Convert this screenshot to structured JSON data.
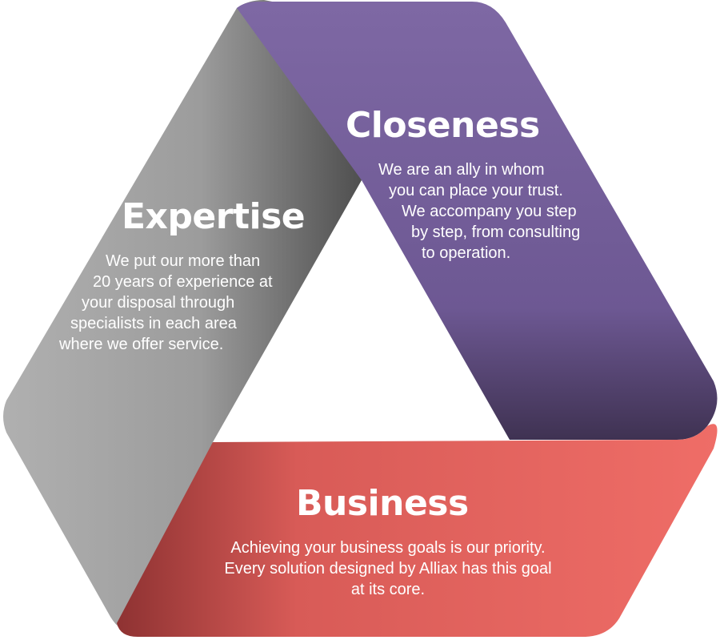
{
  "diagram": {
    "closeness": {
      "title": "Closeness",
      "lines": [
        "We are an ally in whom",
        "you can place your trust.",
        "We accompany you step",
        "by step, from consulting",
        "to operation."
      ],
      "color": "#7a64a0"
    },
    "expertise": {
      "title": "Expertise",
      "lines": [
        "We put our more than",
        "20 years of experience at",
        "your disposal through",
        "specialists in each area",
        "where we offer service."
      ],
      "color": "#9a9a9a"
    },
    "business": {
      "title": "Business",
      "lines": [
        "Achieving your business goals is our priority.",
        "Every solution designed by Alliax has this goal",
        "at its core."
      ],
      "color": "#ec6a64"
    }
  }
}
